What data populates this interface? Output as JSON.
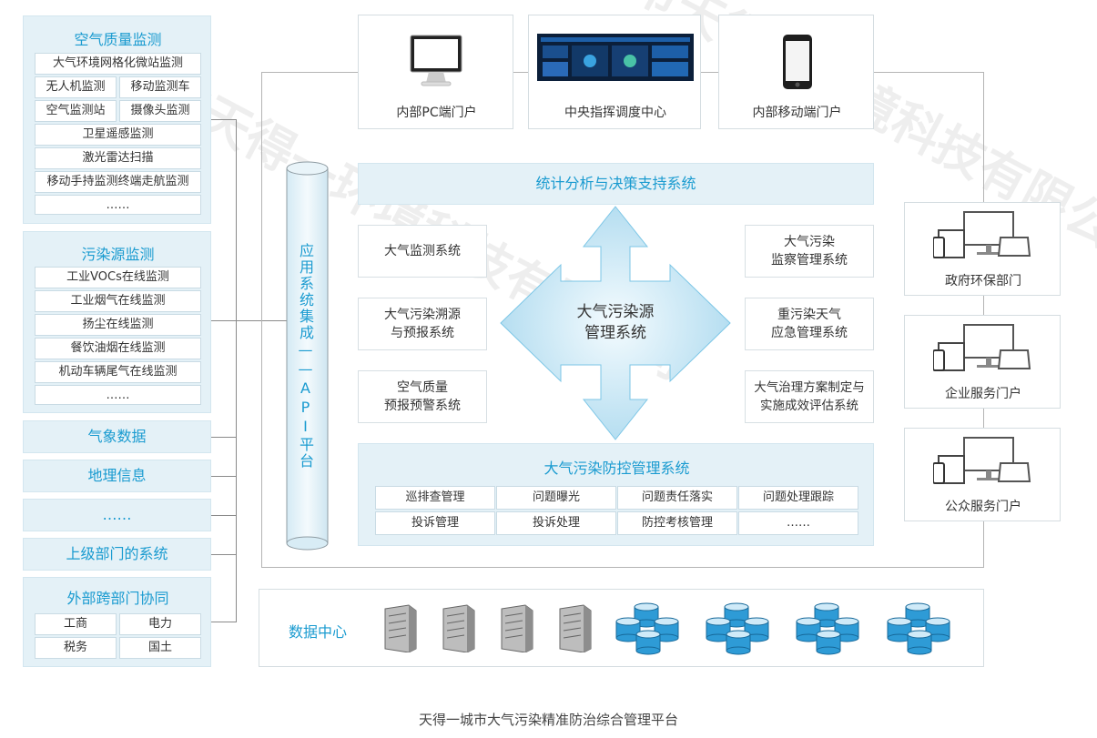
{
  "left": {
    "air_quality": {
      "title": "空气质量监测",
      "r1": "大气环境网格化微站监测",
      "r2a": "无人机监测",
      "r2b": "移动监测车",
      "r3a": "空气监测站",
      "r3b": "摄像头监测",
      "r4": "卫星遥感监测",
      "r5": "激光雷达扫描",
      "r6": "移动手持监测终端走航监测",
      "r7": "……"
    },
    "pollution": {
      "title": "污染源监测",
      "items": [
        "工业VOCs在线监测",
        "工业烟气在线监测",
        "扬尘在线监测",
        "餐饮油烟在线监测",
        "机动车辆尾气在线监测",
        "……"
      ]
    },
    "weather": "气象数据",
    "geo": "地理信息",
    "more": "……",
    "superior": "上级部门的系统",
    "external": {
      "title": "外部跨部门协同",
      "items": [
        "工商",
        "电力",
        "税务",
        "国土"
      ]
    }
  },
  "api": "应用系统集成——API平台",
  "top": {
    "pc": "内部PC端门户",
    "center": "中央指挥调度中心",
    "mobile": "内部移动端门户"
  },
  "center": {
    "stats": "统计分析与决策支持系统",
    "core": "大气污染源\n管理系统",
    "left_sys": [
      "大气监测系统",
      "大气污染溯源\n与预报系统",
      "空气质量\n预报预警系统"
    ],
    "right_sys": [
      "大气污染\n监察管理系统",
      "重污染天气\n应急管理系统",
      "大气治理方案制定与\n实施成效评估系统"
    ],
    "control": {
      "title": "大气污染防控管理系统",
      "row1": [
        "巡排查管理",
        "问题曝光",
        "问题责任落实",
        "问题处理跟踪"
      ],
      "row2": [
        "投诉管理",
        "投诉处理",
        "防控考核管理",
        "……"
      ]
    }
  },
  "right": {
    "gov": "政府环保部门",
    "ent": "企业服务门户",
    "pub": "公众服务门户"
  },
  "datacenter": "数据中心",
  "caption": "天得一城市大气污染精准防治综合管理平台",
  "watermark": "深圳市天得一环境科技有限公司",
  "colors": {
    "accent": "#1a9bd0",
    "panel": "#e4f1f7"
  }
}
